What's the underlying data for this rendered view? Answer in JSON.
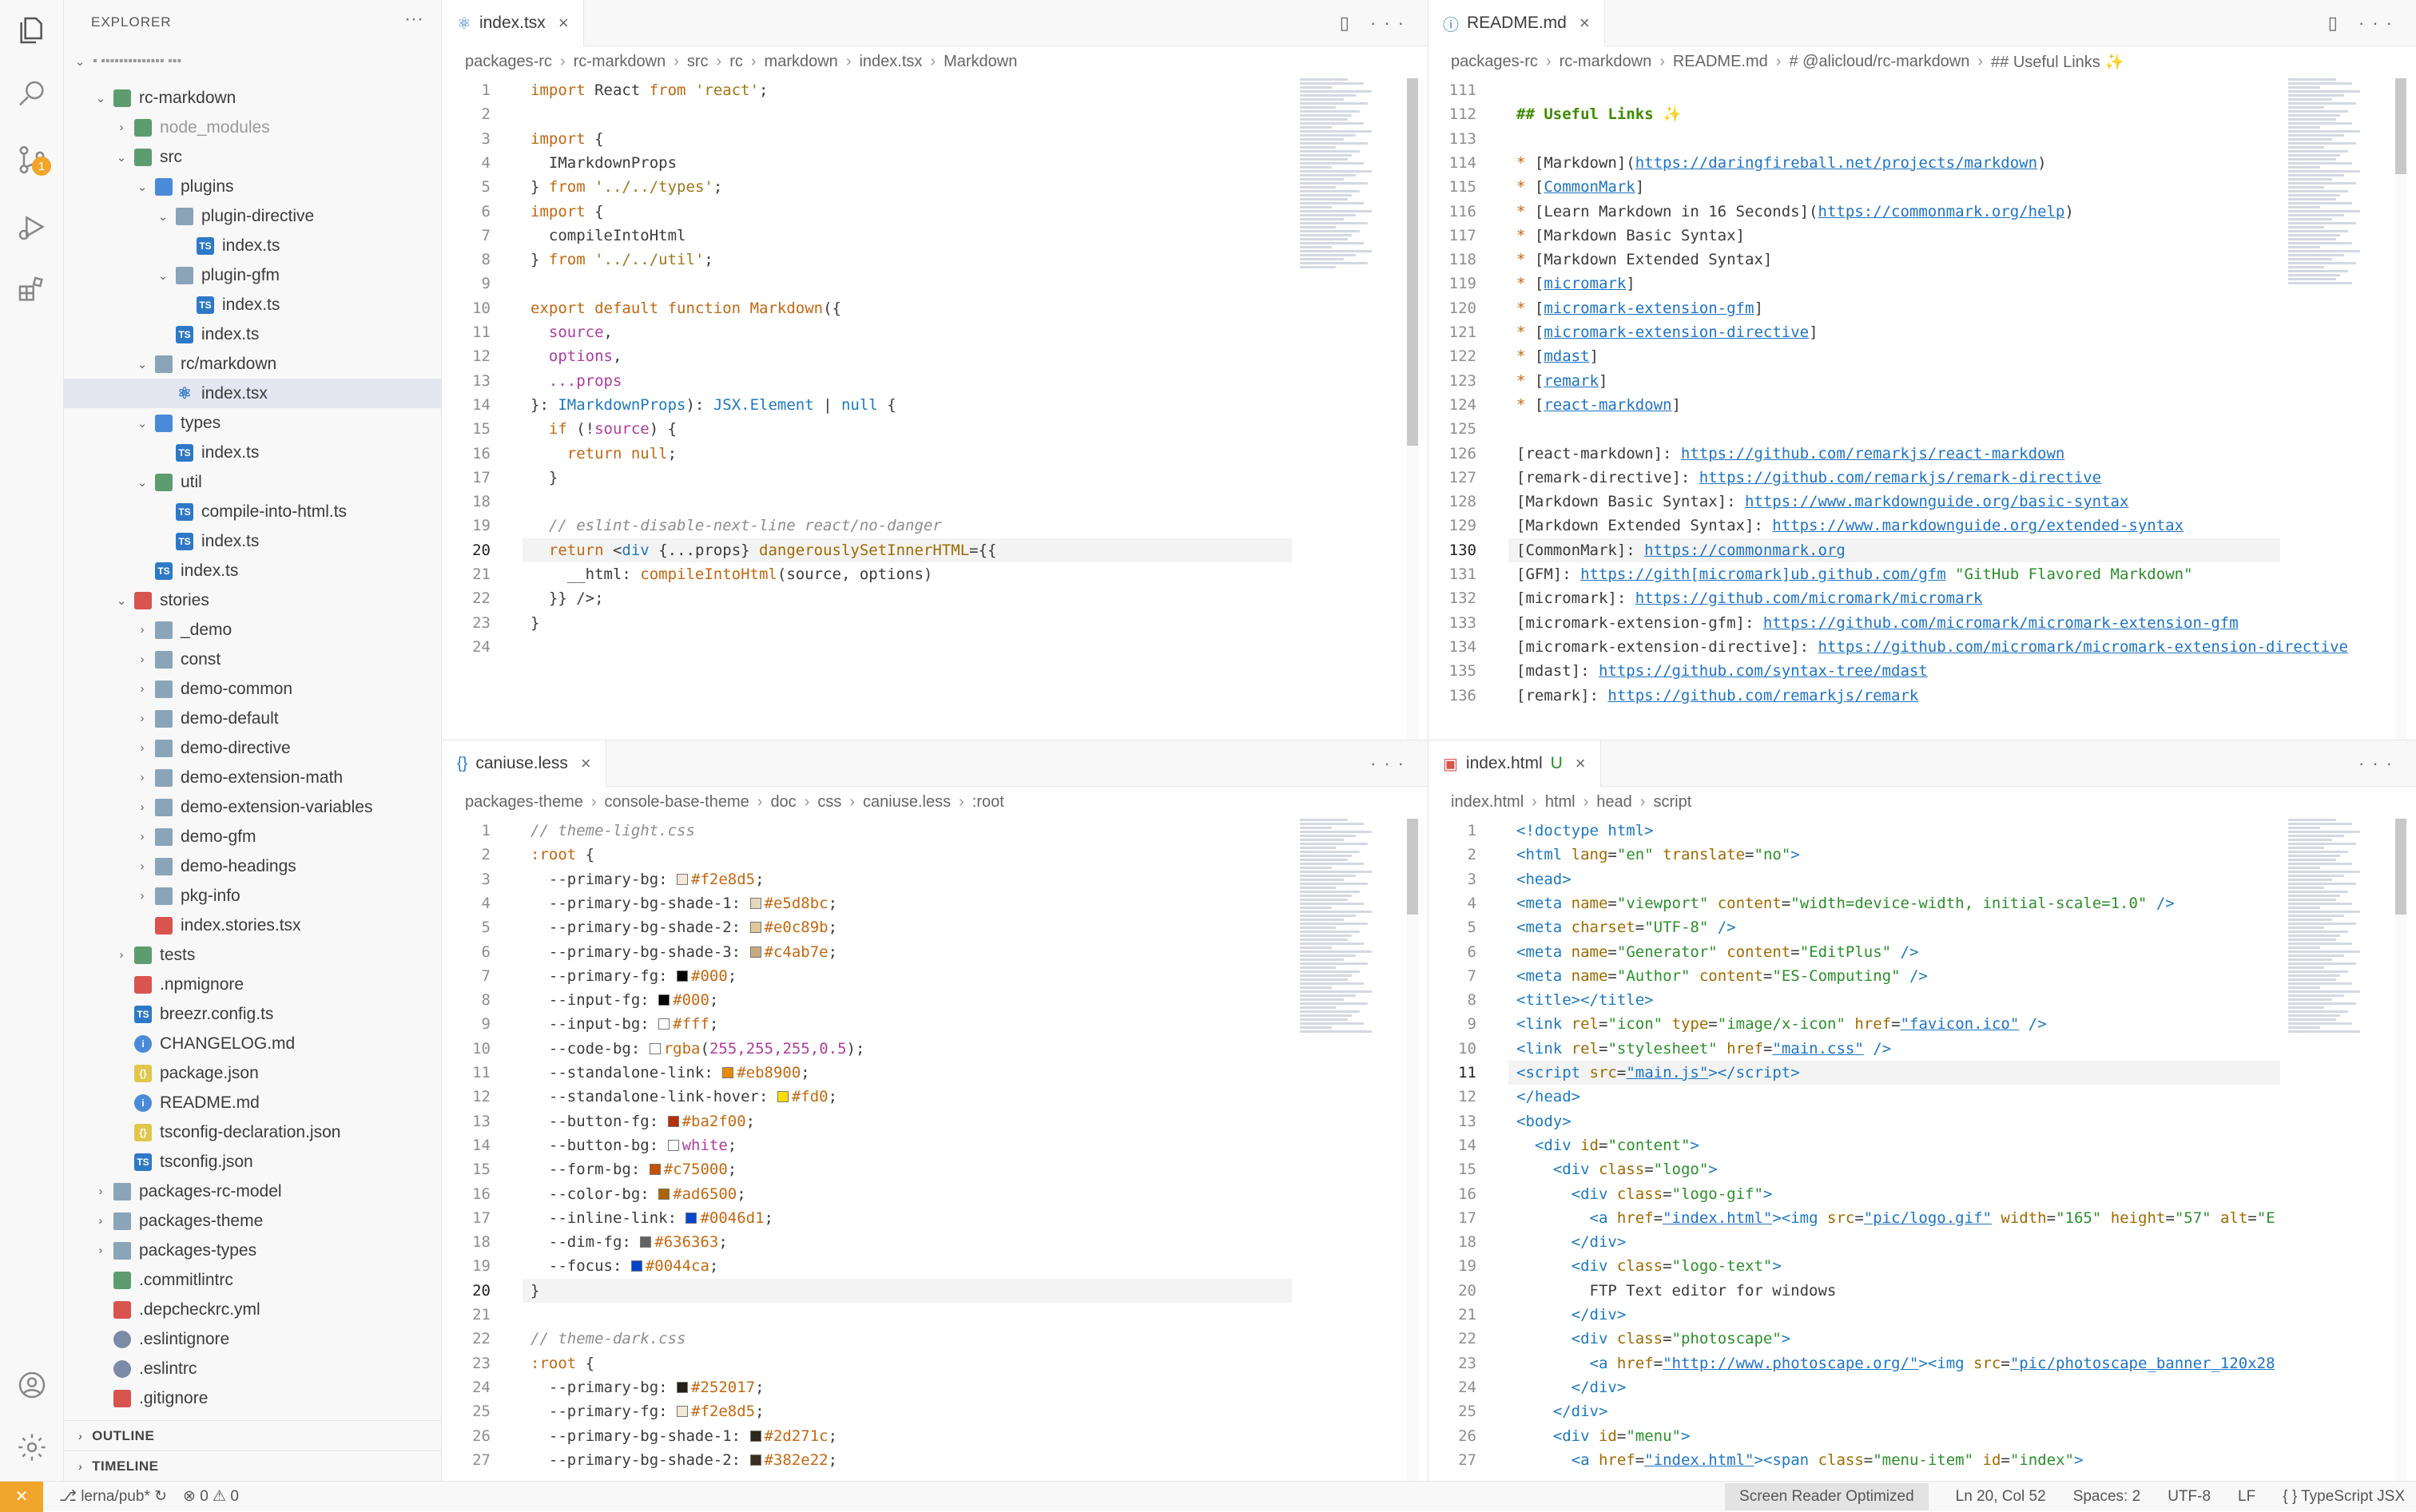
{
  "sidebar": {
    "title": "EXPLORER",
    "workspace": "▪ ▪▪▪▪▪▪▪▪▪▪▪▪▪▪ ▪▪▪",
    "tree": [
      {
        "label": "rc-markdown",
        "depth": 1,
        "type": "folder-g",
        "chev": "⌄"
      },
      {
        "label": "node_modules",
        "depth": 2,
        "type": "folder-g",
        "chev": "›",
        "dim": true
      },
      {
        "label": "src",
        "depth": 2,
        "type": "folder-g",
        "chev": "⌄"
      },
      {
        "label": "plugins",
        "depth": 3,
        "type": "folder-b",
        "chev": "⌄"
      },
      {
        "label": "plugin-directive",
        "depth": 4,
        "type": "folder",
        "chev": "⌄"
      },
      {
        "label": "index.ts",
        "depth": 5,
        "type": "ts"
      },
      {
        "label": "plugin-gfm",
        "depth": 4,
        "type": "folder",
        "chev": "⌄"
      },
      {
        "label": "index.ts",
        "depth": 5,
        "type": "ts"
      },
      {
        "label": "index.ts",
        "depth": 4,
        "type": "ts"
      },
      {
        "label": "rc/markdown",
        "depth": 3,
        "type": "folder",
        "chev": "⌄"
      },
      {
        "label": "index.tsx",
        "depth": 4,
        "type": "tsx",
        "selected": true
      },
      {
        "label": "types",
        "depth": 3,
        "type": "folder-b",
        "chev": "⌄"
      },
      {
        "label": "index.ts",
        "depth": 4,
        "type": "ts"
      },
      {
        "label": "util",
        "depth": 3,
        "type": "folder-g",
        "chev": "⌄"
      },
      {
        "label": "compile-into-html.ts",
        "depth": 4,
        "type": "ts"
      },
      {
        "label": "index.ts",
        "depth": 4,
        "type": "ts"
      },
      {
        "label": "index.ts",
        "depth": 3,
        "type": "ts"
      },
      {
        "label": "stories",
        "depth": 2,
        "type": "red",
        "chev": "⌄"
      },
      {
        "label": "_demo",
        "depth": 3,
        "type": "folder",
        "chev": "›"
      },
      {
        "label": "const",
        "depth": 3,
        "type": "folder",
        "chev": "›"
      },
      {
        "label": "demo-common",
        "depth": 3,
        "type": "folder",
        "chev": "›"
      },
      {
        "label": "demo-default",
        "depth": 3,
        "type": "folder",
        "chev": "›"
      },
      {
        "label": "demo-directive",
        "depth": 3,
        "type": "folder",
        "chev": "›"
      },
      {
        "label": "demo-extension-math",
        "depth": 3,
        "type": "folder",
        "chev": "›"
      },
      {
        "label": "demo-extension-variables",
        "depth": 3,
        "type": "folder",
        "chev": "›"
      },
      {
        "label": "demo-gfm",
        "depth": 3,
        "type": "folder",
        "chev": "›"
      },
      {
        "label": "demo-headings",
        "depth": 3,
        "type": "folder",
        "chev": "›"
      },
      {
        "label": "pkg-info",
        "depth": 3,
        "type": "folder",
        "chev": "›"
      },
      {
        "label": "index.stories.tsx",
        "depth": 3,
        "type": "red"
      },
      {
        "label": "tests",
        "depth": 2,
        "type": "folder-g",
        "chev": "›"
      },
      {
        "label": ".npmignore",
        "depth": 2,
        "type": "red"
      },
      {
        "label": "breezr.config.ts",
        "depth": 2,
        "type": "ts"
      },
      {
        "label": "CHANGELOG.md",
        "depth": 2,
        "type": "md"
      },
      {
        "label": "package.json",
        "depth": 2,
        "type": "json"
      },
      {
        "label": "README.md",
        "depth": 2,
        "type": "md"
      },
      {
        "label": "tsconfig-declaration.json",
        "depth": 2,
        "type": "json"
      },
      {
        "label": "tsconfig.json",
        "depth": 2,
        "type": "ts"
      },
      {
        "label": "packages-rc-model",
        "depth": 1,
        "type": "folder",
        "chev": "›"
      },
      {
        "label": "packages-theme",
        "depth": 1,
        "type": "folder",
        "chev": "›"
      },
      {
        "label": "packages-types",
        "depth": 1,
        "type": "folder",
        "chev": "›"
      },
      {
        "label": ".commitlintrc",
        "depth": 1,
        "type": "folder-g"
      },
      {
        "label": ".depcheckrc.yml",
        "depth": 1,
        "type": "red"
      },
      {
        "label": ".eslintignore",
        "depth": 1,
        "type": "gray"
      },
      {
        "label": ".eslintrc",
        "depth": 1,
        "type": "gray"
      },
      {
        "label": ".gitignore",
        "depth": 1,
        "type": "red"
      }
    ],
    "outline": "OUTLINE",
    "timeline": "TIMELINE"
  },
  "activity": {
    "badge": "1"
  },
  "panes": {
    "tl": {
      "tab": "index.tsx",
      "crumbs": [
        "packages-rc",
        "rc-markdown",
        "src",
        "rc",
        "markdown",
        "index.tsx",
        "Markdown"
      ],
      "current": 20,
      "start": 1,
      "lines": [
        "<span class='k'>import</span> React <span class='k'>from</span> <span class='s'>'react'</span>;",
        "",
        "<span class='k'>import</span> {",
        "  IMarkdownProps",
        "} <span class='k'>from</span> <span class='s'>'../../types'</span>;",
        "<span class='k'>import</span> {",
        "  compileIntoHtml",
        "} <span class='k'>from</span> <span class='s'>'../../util'</span>;",
        "",
        "<span class='k'>export default function</span> <span class='k'>Markdown</span>({",
        "  <span class='p'>source</span>,",
        "  <span class='p'>options</span>,",
        "  <span class='p'>...props</span>",
        "}: <span class='t'>IMarkdownProps</span>): <span class='t'>JSX.Element</span> | <span class='t'>null</span> {",
        "  <span class='k'>if</span> (!<span class='p'>source</span>) {",
        "    <span class='k'>return</span> <span class='k'>null</span>;",
        "  }",
        "",
        "  <span class='c'>// eslint-disable-next-line react/no-danger</span>",
        "  <span class='k'>return</span> &lt;<span class='tag'>div</span> {...props} <span class='attr'>dangerouslySetInnerHTML</span>={{",
        "    __html: <span class='k'>compileIntoHtml</span>(source, options)",
        "  }} /&gt;;",
        "}",
        ""
      ]
    },
    "tr": {
      "tab": "README.md",
      "crumbs": [
        "packages-rc",
        "rc-markdown",
        "README.md",
        "# @alicloud/rc-markdown",
        "## Useful Links ✨"
      ],
      "current": 130,
      "start": 111,
      "lines": [
        "",
        "<span class='h'>## Useful Links ✨</span>",
        "",
        "<span class='k'>*</span> [Markdown](<span class='u'>https://daringfireball.net/projects/markdown</span>)",
        "<span class='k'>*</span> [<span class='u'>CommonMark</span>]",
        "<span class='k'>*</span> [Learn Markdown in 16 Seconds](<span class='u'>https://commonmark.org/help</span>)",
        "<span class='k'>*</span> [Markdown Basic Syntax]",
        "<span class='k'>*</span> [Markdown Extended Syntax]",
        "<span class='k'>*</span> [<span class='u'>micromark</span>]",
        "<span class='k'>*</span> [<span class='u'>micromark-extension-gfm</span>]",
        "<span class='k'>*</span> [<span class='u'>micromark-extension-directive</span>]",
        "<span class='k'>*</span> [<span class='u'>mdast</span>]",
        "<span class='k'>*</span> [<span class='u'>remark</span>]",
        "<span class='k'>*</span> [<span class='u'>react-markdown</span>]",
        "",
        "[react-markdown]: <span class='u'>https://github.com/remarkjs/react-markdown</span>",
        "[remark-directive]: <span class='u'>https://github.com/remarkjs/remark-directive</span>",
        "[Markdown Basic Syntax]: <span class='u'>https://www.markdownguide.org/basic-syntax</span>",
        "[Markdown Extended Syntax]: <span class='u'>https://www.markdownguide.org/extended-syntax</span>",
        "[CommonMark]: <span class='u'>https://commonmark.org</span>",
        "[GFM]: <span class='u'>https://gith[micromark]ub.github.com/gfm</span> <span class='str'>\"GitHub Flavored Markdown\"</span>",
        "[micromark]: <span class='u'>https://github.com/micromark/micromark</span>",
        "[micromark-extension-gfm]: <span class='u'>https://github.com/micromark/micromark-extension-gfm</span>",
        "[micromark-extension-directive]: <span class='u'>https://github.com/micromark/micromark-extension-directive</span>",
        "[mdast]: <span class='u'>https://github.com/syntax-tree/mdast</span>",
        "[remark]: <span class='u'>https://github.com/remarkjs/remark</span>"
      ]
    },
    "bl": {
      "tab": "caniuse.less",
      "crumbs": [
        "packages-theme",
        "console-base-theme",
        "doc",
        "css",
        "caniuse.less",
        ":root"
      ],
      "current": 20,
      "start": 1,
      "lines": [
        "<span class='c'>// theme-light.css</span>",
        "<span class='k'>:root</span> {",
        "  --primary-bg: <i class='sw' style='background:#f2e8d5'></i><span class='k'>#f2e8d5</span>;",
        "  --primary-bg-shade-1: <i class='sw' style='background:#e5d8bc'></i><span class='k'>#e5d8bc</span>;",
        "  --primary-bg-shade-2: <i class='sw' style='background:#e0c89b'></i><span class='k'>#e0c89b</span>;",
        "  --primary-bg-shade-3: <i class='sw' style='background:#c4ab7e'></i><span class='k'>#c4ab7e</span>;",
        "  --primary-fg: <i class='sw' style='background:#000'></i><span class='k'>#000</span>;",
        "  --input-fg: <i class='sw' style='background:#000'></i><span class='k'>#000</span>;",
        "  --input-bg: <i class='sw' style='background:#fff'></i><span class='k'>#fff</span>;",
        "  --code-bg: <i class='sw' style='background:#fff'></i><span class='k'>rgba</span>(<span class='p'>255,255,255,0.5</span>);",
        "  --standalone-link: <i class='sw' style='background:#eb8900'></i><span class='k'>#eb8900</span>;",
        "  --standalone-link-hover: <i class='sw' style='background:#fd0'></i><span class='k'>#fd0</span>;",
        "  --button-fg: <i class='sw' style='background:#ba2f00'></i><span class='k'>#ba2f00</span>;",
        "  --button-bg: <i class='sw' style='background:#fff'></i><span class='p'>white</span>;",
        "  --form-bg: <i class='sw' style='background:#c75000'></i><span class='k'>#c75000</span>;",
        "  --color-bg: <i class='sw' style='background:#ad6500'></i><span class='k'>#ad6500</span>;",
        "  --inline-link: <i class='sw' style='background:#0046d1'></i><span class='k'>#0046d1</span>;",
        "  --dim-fg: <i class='sw' style='background:#636363'></i><span class='k'>#636363</span>;",
        "  --focus: <i class='sw' style='background:#0044ca'></i><span class='k'>#0044ca</span>;",
        "}",
        "",
        "<span class='c'>// theme-dark.css</span>",
        "<span class='k'>:root</span> {",
        "  --primary-bg: <i class='sw' style='background:#252017'></i><span class='k'>#252017</span>;",
        "  --primary-fg: <i class='sw' style='background:#f2e8d5'></i><span class='k'>#f2e8d5</span>;",
        "  --primary-bg-shade-1: <i class='sw' style='background:#2d271c'></i><span class='k'>#2d271c</span>;",
        "  --primary-bg-shade-2: <i class='sw' style='background:#382e22'></i><span class='k'>#382e22</span>;"
      ]
    },
    "br": {
      "tab": "index.html",
      "tabSuffix": "U",
      "crumbs": [
        "index.html",
        "html",
        "head",
        "script"
      ],
      "current": 11,
      "start": 1,
      "lines": [
        "<span class='tag'>&lt;!doctype html&gt;</span>",
        "<span class='tag'>&lt;html</span> <span class='attr'>lang</span>=<span class='str'>\"en\"</span> <span class='attr'>translate</span>=<span class='str'>\"no\"</span><span class='tag'>&gt;</span>",
        "<span class='tag'>&lt;head&gt;</span>",
        "<span class='tag'>&lt;meta</span> <span class='attr'>name</span>=<span class='str'>\"viewport\"</span> <span class='attr'>content</span>=<span class='str'>\"width=device-width, initial-scale=1.0\"</span> <span class='tag'>/&gt;</span>",
        "<span class='tag'>&lt;meta</span> <span class='attr'>charset</span>=<span class='str'>\"UTF-8\"</span> <span class='tag'>/&gt;</span>",
        "<span class='tag'>&lt;meta</span> <span class='attr'>name</span>=<span class='str'>\"Generator\"</span> <span class='attr'>content</span>=<span class='str'>\"EditPlus\"</span> <span class='tag'>/&gt;</span>",
        "<span class='tag'>&lt;meta</span> <span class='attr'>name</span>=<span class='str'>\"Author\"</span> <span class='attr'>content</span>=<span class='str'>\"ES-Computing\"</span> <span class='tag'>/&gt;</span>",
        "<span class='tag'>&lt;title&gt;&lt;/title&gt;</span>",
        "<span class='tag'>&lt;link</span> <span class='attr'>rel</span>=<span class='str'>\"icon\"</span> <span class='attr'>type</span>=<span class='str'>\"image/x-icon\"</span> <span class='attr'>href</span>=<span class='str u'>\"favicon.ico\"</span> <span class='tag'>/&gt;</span>",
        "<span class='tag'>&lt;link</span> <span class='attr'>rel</span>=<span class='str'>\"stylesheet\"</span> <span class='attr'>href</span>=<span class='str u'>\"main.css\"</span> <span class='tag'>/&gt;</span>",
        "<span class='tag'>&lt;script</span> <span class='attr'>src</span>=<span class='str u'>\"main.js\"</span><span class='tag'>&gt;&lt;/script&gt;</span>",
        "<span class='tag'>&lt;/head&gt;</span>",
        "<span class='tag'>&lt;body&gt;</span>",
        "  <span class='tag'>&lt;div</span> <span class='attr'>id</span>=<span class='str'>\"content\"</span><span class='tag'>&gt;</span>",
        "    <span class='tag'>&lt;div</span> <span class='attr'>class</span>=<span class='str'>\"logo\"</span><span class='tag'>&gt;</span>",
        "      <span class='tag'>&lt;div</span> <span class='attr'>class</span>=<span class='str'>\"logo-gif\"</span><span class='tag'>&gt;</span>",
        "        <span class='tag'>&lt;a</span> <span class='attr'>href</span>=<span class='str u'>\"index.html\"</span><span class='tag'>&gt;&lt;img</span> <span class='attr'>src</span>=<span class='str u'>\"pic/logo.gif\"</span> <span class='attr'>width</span>=<span class='str'>\"165\"</span> <span class='attr'>height</span>=<span class='str'>\"57\"</span> <span class='attr'>alt</span>=<span class='str'>\"E</span>",
        "      <span class='tag'>&lt;/div&gt;</span>",
        "      <span class='tag'>&lt;div</span> <span class='attr'>class</span>=<span class='str'>\"logo-text\"</span><span class='tag'>&gt;</span>",
        "        FTP Text editor for windows",
        "      <span class='tag'>&lt;/div&gt;</span>",
        "      <span class='tag'>&lt;div</span> <span class='attr'>class</span>=<span class='str'>\"photoscape\"</span><span class='tag'>&gt;</span>",
        "        <span class='tag'>&lt;a</span> <span class='attr'>href</span>=<span class='str u'>\"http://www.photoscape.org/\"</span><span class='tag'>&gt;&lt;img</span> <span class='attr'>src</span>=<span class='str u'>\"pic/photoscape_banner_120x28</span>",
        "      <span class='tag'>&lt;/div&gt;</span>",
        "    <span class='tag'>&lt;/div&gt;</span>",
        "    <span class='tag'>&lt;div</span> <span class='attr'>id</span>=<span class='str'>\"menu\"</span><span class='tag'>&gt;</span>",
        "      <span class='tag'>&lt;a</span> <span class='attr'>href</span>=<span class='str u'>\"index.html\"</span><span class='tag'>&gt;&lt;span</span> <span class='attr'>class</span>=<span class='str'>\"menu-item\"</span> <span class='attr'>id</span>=<span class='str'>\"index\"</span><span class='tag'>&gt;</span>"
      ]
    }
  },
  "status": {
    "branch": "lerna/pub*",
    "problems": "⊗ 0 ⚠ 0",
    "sro": "Screen Reader Optimized",
    "position": "Ln 20, Col 52",
    "spaces": "Spaces: 2",
    "encoding": "UTF-8",
    "eol": "LF",
    "language": "{ } TypeScript JSX"
  }
}
